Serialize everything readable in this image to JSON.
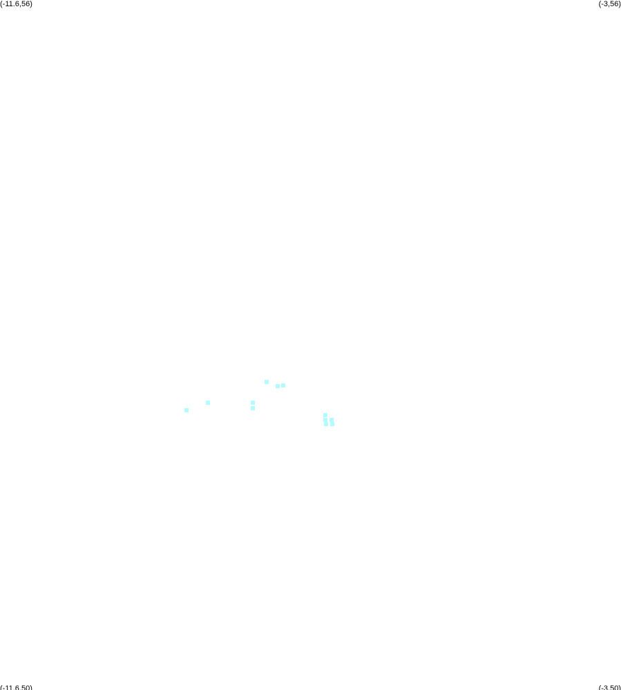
{
  "map": {
    "bounds": {
      "lon_min": -11.6,
      "lon_max": -3,
      "lat_min": 50,
      "lat_max": 56
    },
    "corner_labels": {
      "top_left": "(-11.6,56)",
      "top_right": "(-3,56)",
      "bottom_left": "(-11.6,50)",
      "bottom_right": "(-3,50)"
    },
    "marker_color": "#b3fbff",
    "background_color": "#ffffff",
    "markers": [
      {
        "lon": -7.91,
        "lat": 52.68
      },
      {
        "lon": -7.75,
        "lat": 52.64
      },
      {
        "lon": -7.68,
        "lat": 52.65
      },
      {
        "lon": -8.1,
        "lat": 52.5
      },
      {
        "lon": -8.1,
        "lat": 52.45
      },
      {
        "lon": -8.72,
        "lat": 52.5
      },
      {
        "lon": -9.02,
        "lat": 52.43
      },
      {
        "lon": -7.09,
        "lat": 52.39
      },
      {
        "lon": -7.09,
        "lat": 52.35
      },
      {
        "lon": -7.01,
        "lat": 52.35
      },
      {
        "lon": -7.08,
        "lat": 52.31
      },
      {
        "lon": -7.0,
        "lat": 52.31
      }
    ]
  }
}
